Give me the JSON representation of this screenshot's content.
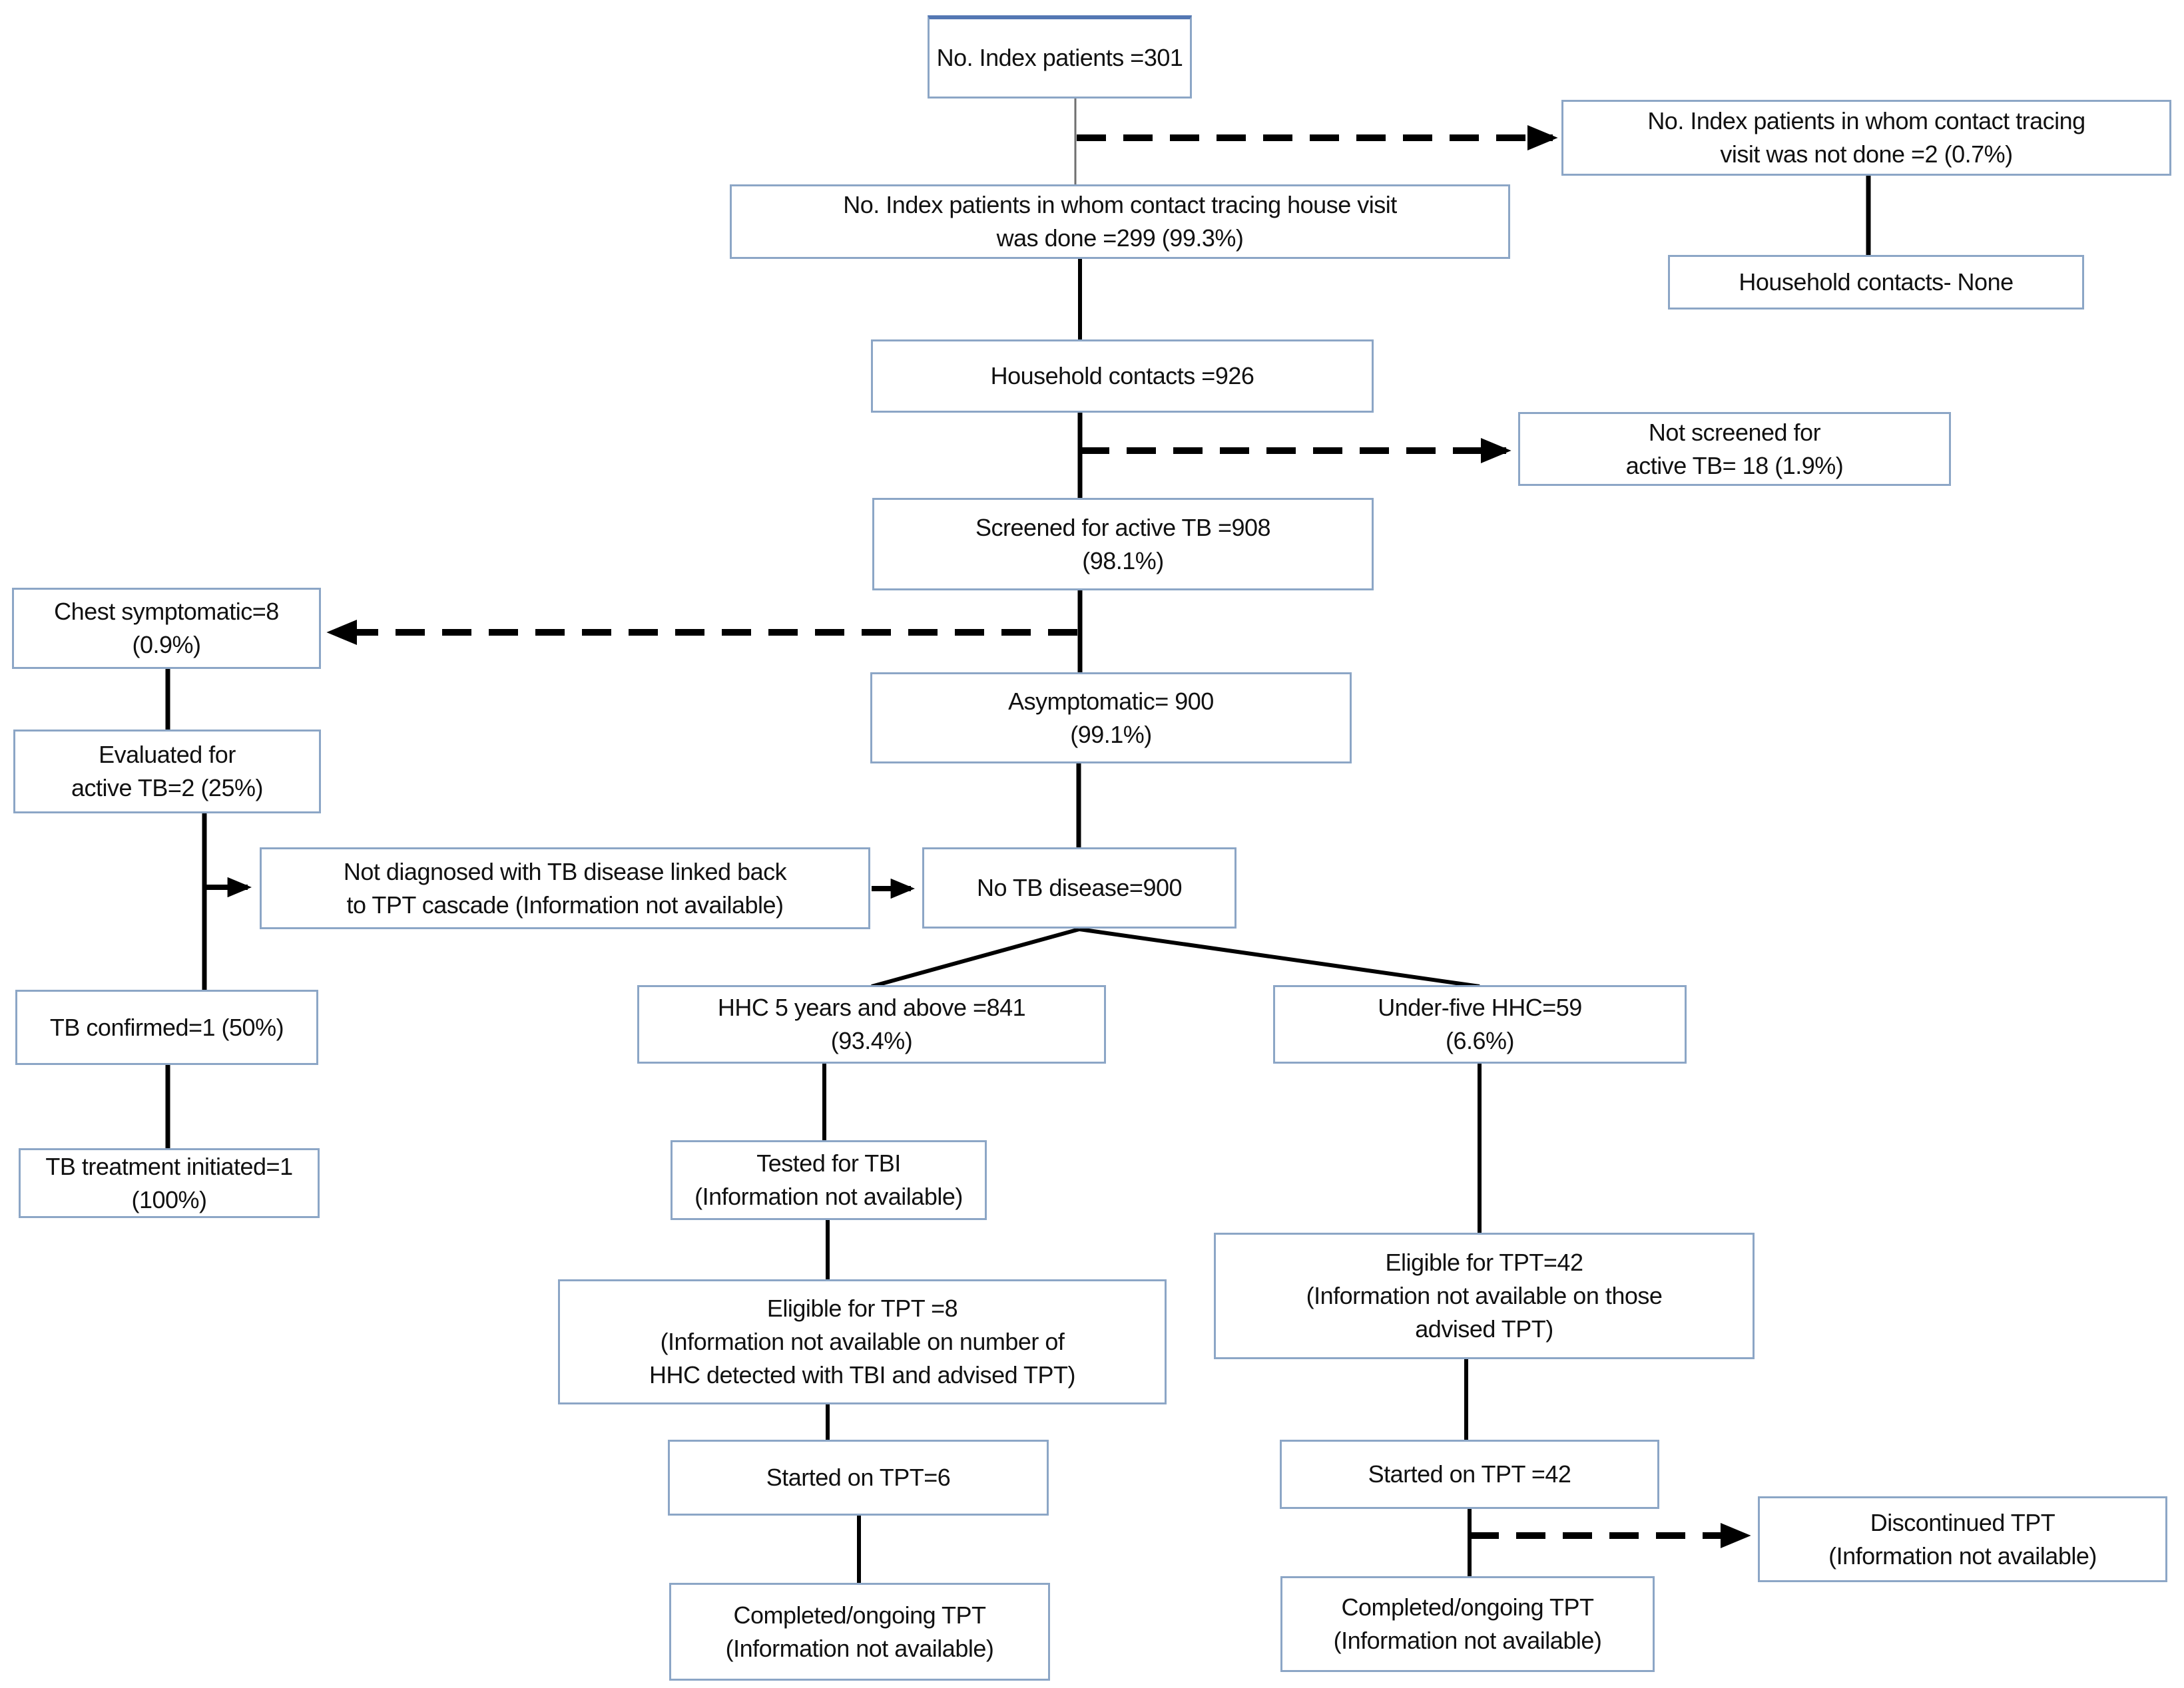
{
  "figure": {
    "background": "#ffffff",
    "box_border_color": "#8ca6c6",
    "box_border_accent": "#5477b3",
    "line_color": "#000000",
    "text_color": "#111111"
  },
  "nodes": {
    "index_patients": {
      "label": "No. Index patients =301"
    },
    "visit_not_done": {
      "label": "No. Index patients in whom contact tracing\nvisit was not done =2 (0.7%)"
    },
    "household_none": {
      "label": "Household contacts- None"
    },
    "visit_done": {
      "label": "No. Index patients in whom contact tracing house visit\nwas done =299 (99.3%)"
    },
    "household_contacts": {
      "label": "Household contacts =926"
    },
    "not_screened": {
      "label": "Not screened for\nactive TB= 18 (1.9%)"
    },
    "screened": {
      "label": "Screened for active TB =908\n(98.1%)"
    },
    "chest_symptomatic": {
      "label": "Chest symptomatic=8\n(0.9%)"
    },
    "asymptomatic": {
      "label": "Asymptomatic= 900\n(99.1%)"
    },
    "evaluated": {
      "label": "Evaluated for\nactive TB=2 (25%)"
    },
    "not_diagnosed": {
      "label": "Not diagnosed with TB disease linked back\nto TPT cascade (Information not available)"
    },
    "no_tb_disease": {
      "label": "No TB disease=900"
    },
    "tb_confirmed": {
      "label": "TB confirmed=1 (50%)"
    },
    "tb_treatment": {
      "label": "TB treatment initiated=1\n(100%)"
    },
    "hhc_5_and_above": {
      "label": "HHC 5 years and above =841\n(93.4%)"
    },
    "under_five_hhc": {
      "label": "Under-five HHC=59\n(6.6%)"
    },
    "tested_tbi": {
      "label": "Tested for TBI\n(Information not available)"
    },
    "eligible_tpt_8": {
      "label": "Eligible for TPT =8\n(Information not available on number of\nHHC detected with TBI and advised TPT)"
    },
    "eligible_tpt_42": {
      "label": "Eligible for TPT=42\n(Information not available on those\nadvised TPT)"
    },
    "started_tpt_6": {
      "label": "Started on TPT=6"
    },
    "started_tpt_42": {
      "label": "Started on TPT =42"
    },
    "discontinued_tpt": {
      "label": "Discontinued TPT\n(Information not available)"
    },
    "completed_tpt_5plus": {
      "label": "Completed/ongoing TPT\n(Information not available)"
    },
    "completed_tpt_u5": {
      "label": "Completed/ongoing TPT\n(Information not available)"
    }
  },
  "edges": [
    {
      "from": "index_patients",
      "to": "visit_done",
      "style": "solid"
    },
    {
      "from": "index_patients",
      "to": "visit_not_done",
      "style": "dashed-arrow"
    },
    {
      "from": "visit_not_done",
      "to": "household_none",
      "style": "solid"
    },
    {
      "from": "visit_done",
      "to": "household_contacts",
      "style": "solid"
    },
    {
      "from": "household_contacts",
      "to": "screened",
      "style": "solid"
    },
    {
      "from": "household_contacts",
      "to": "not_screened",
      "style": "dashed-arrow"
    },
    {
      "from": "screened",
      "to": "asymptomatic",
      "style": "solid"
    },
    {
      "from": "screened",
      "to": "chest_symptomatic",
      "style": "dashed-arrow"
    },
    {
      "from": "chest_symptomatic",
      "to": "evaluated",
      "style": "solid"
    },
    {
      "from": "evaluated",
      "to": "tb_confirmed",
      "style": "solid"
    },
    {
      "from": "evaluated",
      "to": "not_diagnosed",
      "style": "solid-arrow"
    },
    {
      "from": "not_diagnosed",
      "to": "no_tb_disease",
      "style": "solid-arrow"
    },
    {
      "from": "asymptomatic",
      "to": "no_tb_disease",
      "style": "solid"
    },
    {
      "from": "no_tb_disease",
      "to": "hhc_5_and_above",
      "style": "solid"
    },
    {
      "from": "no_tb_disease",
      "to": "under_five_hhc",
      "style": "solid"
    },
    {
      "from": "tb_confirmed",
      "to": "tb_treatment",
      "style": "solid"
    },
    {
      "from": "hhc_5_and_above",
      "to": "tested_tbi",
      "style": "solid"
    },
    {
      "from": "tested_tbi",
      "to": "eligible_tpt_8",
      "style": "solid"
    },
    {
      "from": "eligible_tpt_8",
      "to": "started_tpt_6",
      "style": "solid"
    },
    {
      "from": "started_tpt_6",
      "to": "completed_tpt_5plus",
      "style": "solid"
    },
    {
      "from": "under_five_hhc",
      "to": "eligible_tpt_42",
      "style": "solid"
    },
    {
      "from": "eligible_tpt_42",
      "to": "started_tpt_42",
      "style": "solid"
    },
    {
      "from": "started_tpt_42",
      "to": "completed_tpt_u5",
      "style": "solid"
    },
    {
      "from": "started_tpt_42",
      "to": "discontinued_tpt",
      "style": "dashed-arrow"
    }
  ]
}
